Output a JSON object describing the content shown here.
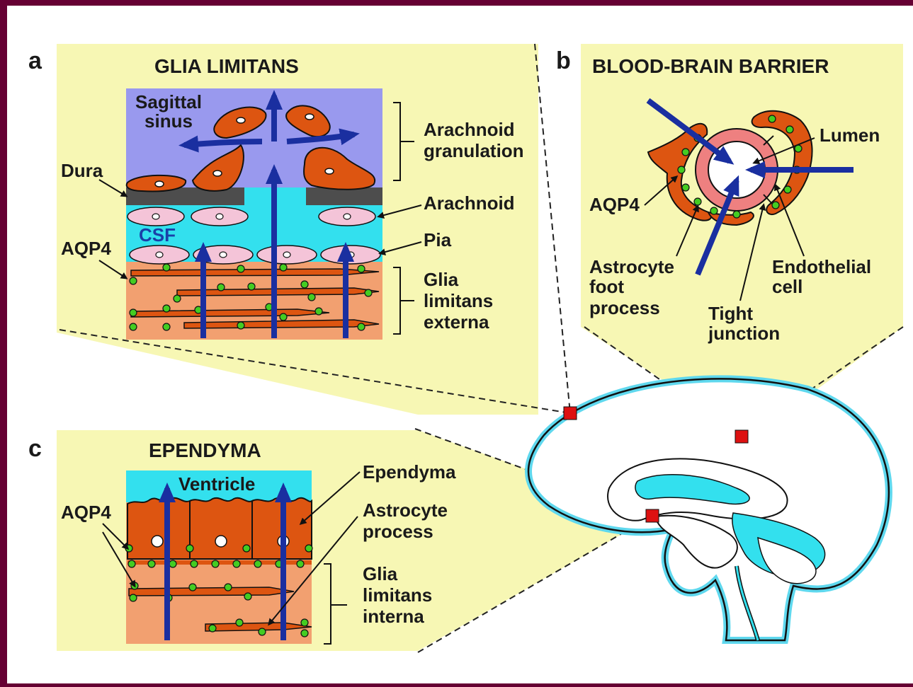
{
  "panels": {
    "a": {
      "letter": "a",
      "title": "GLIA LIMITANS",
      "labels": {
        "sagittal_sinus_1": "Sagittal",
        "sagittal_sinus_2": "sinus",
        "dura": "Dura",
        "csf": "CSF",
        "aqp4": "AQP4",
        "arachnoid_granulation_1": "Arachnoid",
        "arachnoid_granulation_2": "granulation",
        "arachnoid": "Arachnoid",
        "pia": "Pia",
        "glia_limitans_externa_1": "Glia",
        "glia_limitans_externa_2": "limitans",
        "glia_limitans_externa_3": "externa"
      }
    },
    "b": {
      "letter": "b",
      "title": "BLOOD-BRAIN BARRIER",
      "labels": {
        "lumen": "Lumen",
        "aqp4": "AQP4",
        "astrocyte_foot_process_1": "Astrocyte",
        "astrocyte_foot_process_2": "foot",
        "astrocyte_foot_process_3": "process",
        "endothelial_cell_1": "Endothelial",
        "endothelial_cell_2": "cell",
        "tight_junction_1": "Tight",
        "tight_junction_2": "junction"
      }
    },
    "c": {
      "letter": "c",
      "title": "EPENDYMA",
      "labels": {
        "ventricle": "Ventricle",
        "aqp4": "AQP4",
        "ependyma": "Ependyma",
        "astrocyte_process_1": "Astrocyte",
        "astrocyte_process_2": "process",
        "glia_limitans_interna_1": "Glia",
        "glia_limitans_interna_2": "limitans",
        "glia_limitans_interna_3": "interna"
      }
    }
  },
  "colors": {
    "background": "#660033",
    "canvas": "#ffffff",
    "panel": "#f7f7b4",
    "sinus": "#9999ee",
    "csf": "#33e0ee",
    "cell_orange": "#dd5511",
    "tissue": "#f2a070",
    "dura_gray": "#4d4d4d",
    "pia_pink": "#f4c4d8",
    "aqp4_green": "#44cc22",
    "arrow_blue": "#1a2fa0",
    "endothelial": "#ee8080",
    "marker_red": "#dd1111"
  }
}
